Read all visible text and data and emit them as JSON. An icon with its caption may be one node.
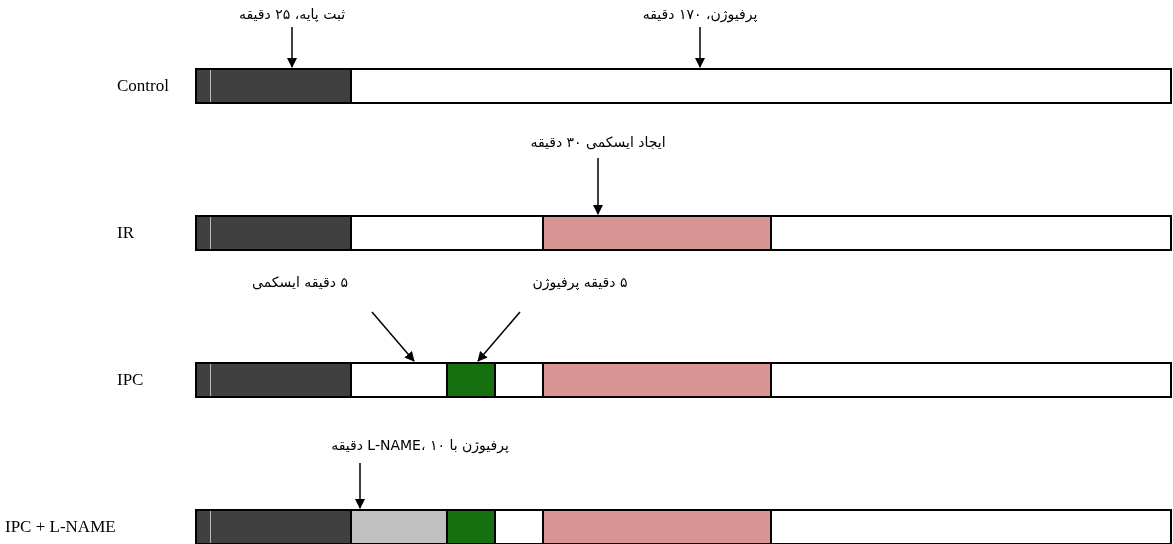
{
  "diagram": {
    "nodes": [
      {
        "text": [
          "ثبت پایه، ۲۵ دقیقه"
        ]
      },
      {
        "text": [
          "پرفیوژن، ۱۷۰ دقیقه"
        ]
      },
      {
        "text": [],
        "shape": "bar"
      },
      {
        "text": [],
        "shape": "bar"
      },
      {
        "text": [
          "ایجاد ایسکمی ۳۰ دقیقه"
        ]
      },
      {
        "text": [],
        "shape": "bar"
      },
      {
        "text": [],
        "shape": "bar"
      },
      {
        "text": [],
        "shape": "bar"
      },
      {
        "text": [],
        "shape": "bar"
      },
      {
        "text": [
          "۵ دقیقه ایسکمی"
        ]
      },
      {
        "text": [
          "۵ دقیقه پرفیوژن"
        ]
      },
      {
        "text": [],
        "shape": "bar"
      },
      {
        "text": [],
        "shape": "bar"
      },
      {
        "text": [],
        "shape": "bar"
      },
      {
        "text": [],
        "shape": "bar"
      },
      {
        "text": [],
        "shape": "bar"
      },
      {
        "text": [],
        "shape": "bar"
      },
      {
        "text": [
          "پرفیوژن با  L-NAME، ۱۰ دقیقه"
        ]
      },
      {
        "text": [],
        "shape": "bar"
      },
      {
        "text": [],
        "shape": "bar"
      },
      {
        "text": [],
        "shape": "bar"
      },
      {
        "text": [],
        "shape": "bar"
      },
      {
        "text": [],
        "shape": "bar"
      },
      {
        "text": [],
        "shape": "bar"
      }
    ],
    "edges": [
      {
        "from": 0,
        "to": 2,
        "arrow": "to"
      },
      {
        "from": 1,
        "to": 3,
        "arrow": "to"
      },
      {
        "from": 4,
        "to": 7,
        "arrow": "to"
      },
      {
        "from": 9,
        "to": 12,
        "arrow": "to"
      },
      {
        "from": 10,
        "to": 13,
        "arrow": "to"
      },
      {
        "from": 17,
        "to": 19,
        "arrow": "to"
      }
    ],
    "labels": [
      "Control",
      "IR",
      "IPC",
      "IPC + L-NAME"
    ]
  }
}
